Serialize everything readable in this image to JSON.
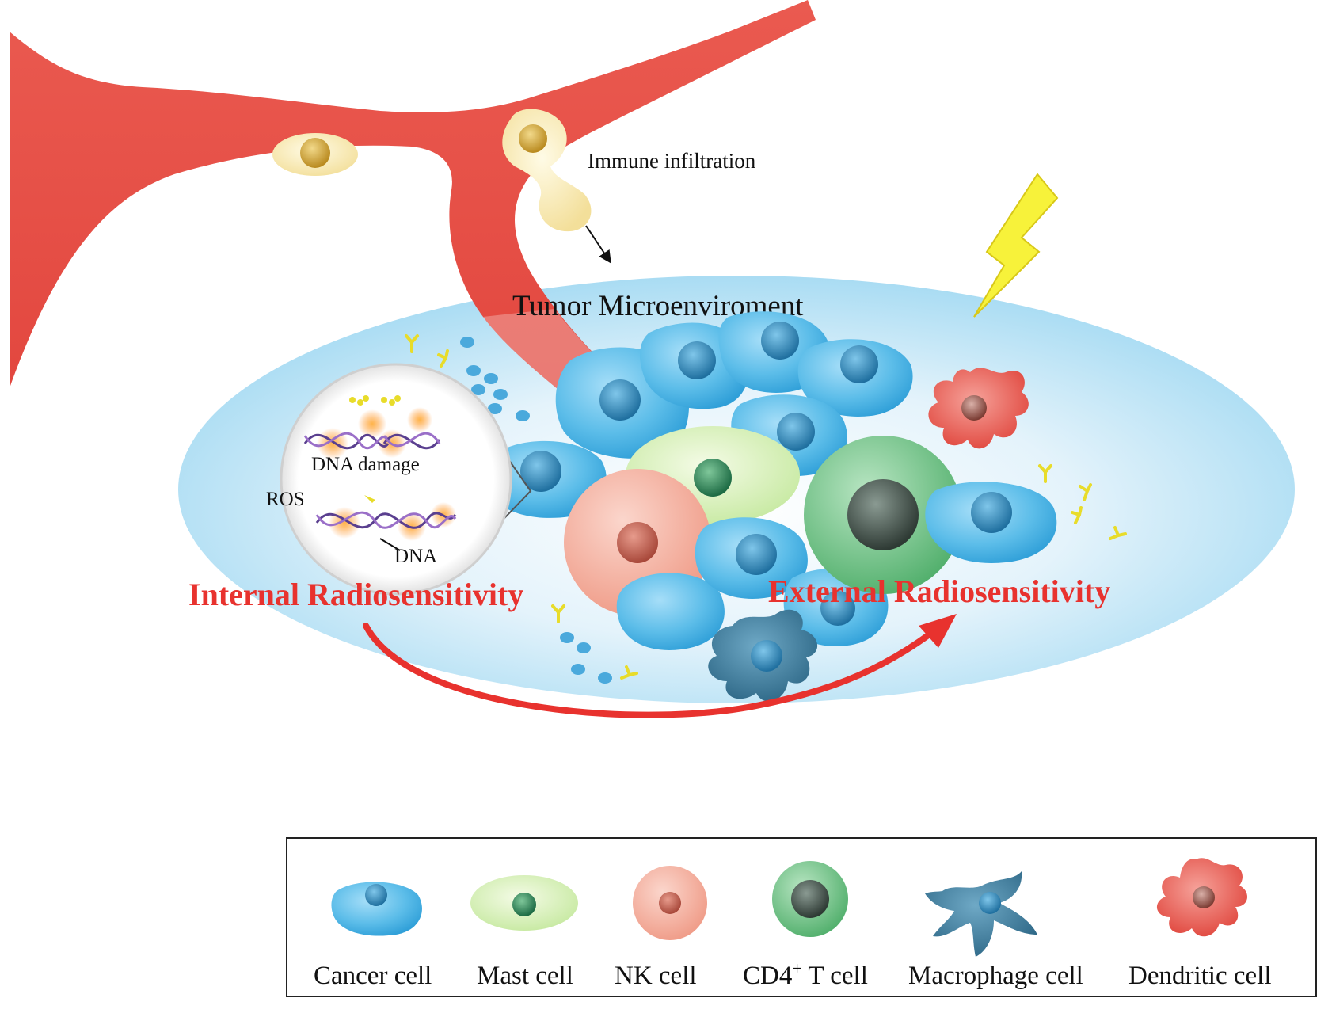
{
  "labels": {
    "immune_infiltration": "Immune infiltration",
    "tumor_microenvironment": "Tumor Microenviroment",
    "dna_damage": "DNA damage",
    "ros": "ROS",
    "dna": "DNA",
    "internal_radiosensitivity": "Internal Radiosensitivity",
    "external_radiosensitivity": "External Radiosensitivity"
  },
  "legend": {
    "items": [
      {
        "label": "Cancer cell",
        "icon": "cancer-cell-icon"
      },
      {
        "label": "Mast cell",
        "icon": "mast-cell-icon"
      },
      {
        "label": "NK cell",
        "icon": "nk-cell-icon"
      },
      {
        "label": "CD4",
        "superscript": "+",
        "suffix": " T cell",
        "icon": "cd4-t-cell-icon"
      },
      {
        "label": "Macrophage cell",
        "icon": "macrophage-cell-icon"
      },
      {
        "label": "Dendritic cell",
        "icon": "dendritic-cell-icon"
      }
    ]
  },
  "colors": {
    "blood_vessel": "#e8534a",
    "cancer_cell": "#5bb8e6",
    "mast_cell": "#d6f0b8",
    "nk_cell": "#f2a898",
    "cd4_t_cell": "#6cbf84",
    "macrophage": "#3f7f9e",
    "dendritic": "#e8534a",
    "tme_ellipse": "#c9e8f6",
    "arrow_red": "#e8322e",
    "lightning": "#f7f23a"
  }
}
